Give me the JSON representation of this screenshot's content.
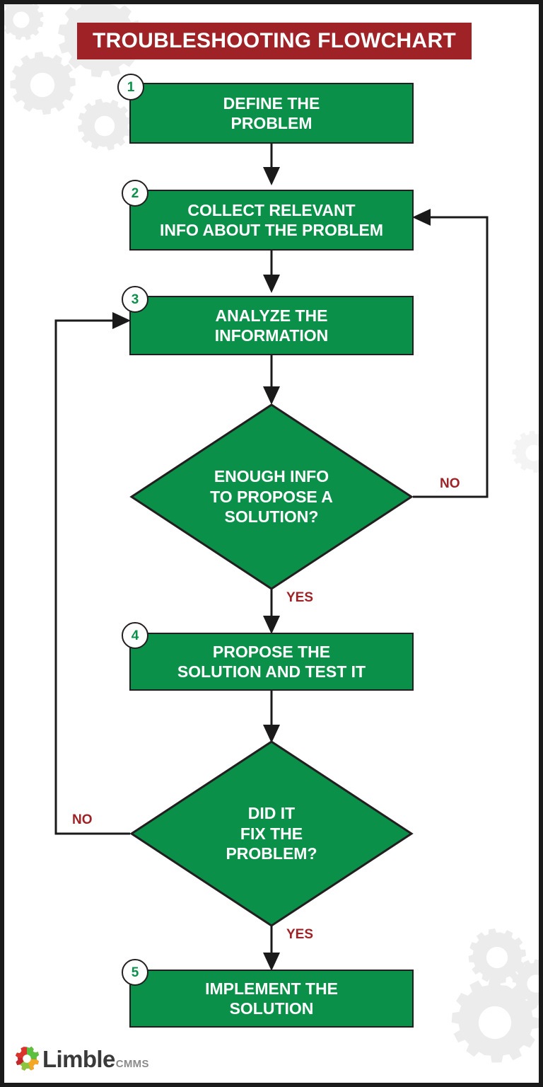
{
  "colors": {
    "banner_red": "#9e2226",
    "node_green": "#0a9049",
    "node_outline": "#231f20",
    "badge_number": "#0a9049",
    "branch_label_red": "#9e2226",
    "background": "#ffffff",
    "gear_watermark": "#eceded",
    "frame": "#1a1a1a"
  },
  "header": {
    "title": "TROUBLESHOOTING FLOWCHART"
  },
  "chart_data": {
    "type": "flowchart",
    "title": "TROUBLESHOOTING FLOWCHART",
    "orientation": "top-to-bottom",
    "nodes": [
      {
        "id": "n1",
        "step": "1",
        "shape": "process",
        "text": "DEFINE THE\nPROBLEM"
      },
      {
        "id": "n2",
        "step": "2",
        "shape": "process",
        "text": "COLLECT RELEVANT\nINFO ABOUT THE PROBLEM"
      },
      {
        "id": "n3",
        "step": "3",
        "shape": "process",
        "text": "ANALYZE THE\nINFORMATION"
      },
      {
        "id": "d1",
        "step": "",
        "shape": "decision",
        "text": "ENOUGH INFO\nTO PROPOSE A\nSOLUTION?"
      },
      {
        "id": "n4",
        "step": "4",
        "shape": "process",
        "text": "PROPOSE THE\nSOLUTION AND TEST IT"
      },
      {
        "id": "d2",
        "step": "",
        "shape": "decision",
        "text": "DID IT\nFIX THE\nPROBLEM?"
      },
      {
        "id": "n5",
        "step": "5",
        "shape": "process",
        "text": "IMPLEMENT THE\nSOLUTION"
      }
    ],
    "edges": [
      {
        "from": "n1",
        "to": "n2",
        "label": ""
      },
      {
        "from": "n2",
        "to": "n3",
        "label": ""
      },
      {
        "from": "n3",
        "to": "d1",
        "label": ""
      },
      {
        "from": "d1",
        "to": "n2",
        "label": "NO"
      },
      {
        "from": "d1",
        "to": "n4",
        "label": "YES"
      },
      {
        "from": "n4",
        "to": "d2",
        "label": ""
      },
      {
        "from": "d2",
        "to": "n3",
        "label": "NO"
      },
      {
        "from": "d2",
        "to": "n5",
        "label": "YES"
      }
    ]
  },
  "branch_labels": {
    "d1_no": "NO",
    "d1_yes": "YES",
    "d2_no": "NO",
    "d2_yes": "YES"
  },
  "logo": {
    "word": "Limble",
    "sub": "CMMS"
  }
}
